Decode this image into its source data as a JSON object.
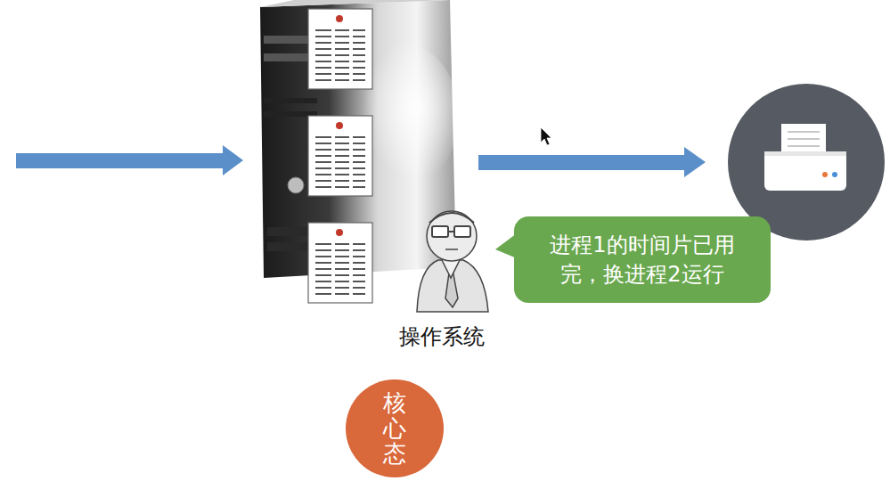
{
  "diagram": {
    "nodes": [
      {
        "text": [
          "进程1的时间片已用完，换进程2运行"
        ]
      },
      {
        "text": [
          "核心态"
        ]
      }
    ],
    "labels": [
      "操作系统"
    ]
  }
}
